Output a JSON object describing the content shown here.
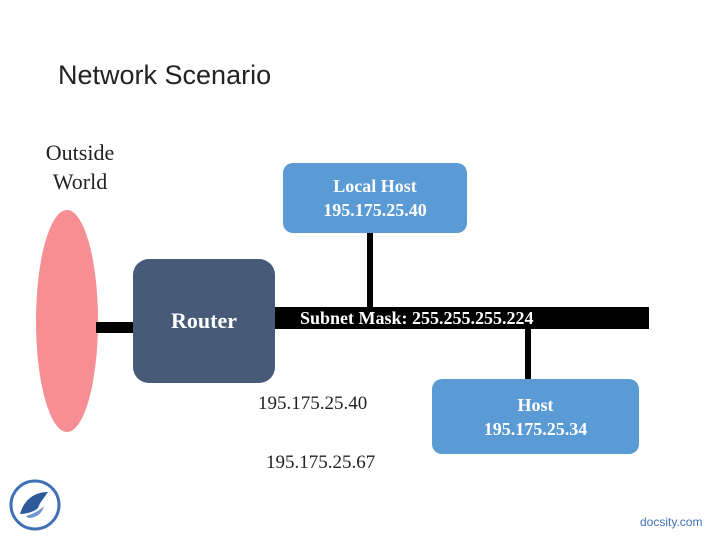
{
  "slide": {
    "title": "Network Scenario",
    "footer_url": "docsity.com"
  },
  "diagram": {
    "outside_world": {
      "label_line1": "Outside",
      "label_line2": "World"
    },
    "router": {
      "label": "Router"
    },
    "subnet": {
      "label": "Subnet Mask: 255.255.255.224"
    },
    "local_host": {
      "label": "Local Host",
      "address": "195.175.25.40"
    },
    "host": {
      "label": "Host",
      "address": "195.175.25.34"
    },
    "addresses": [
      "195.175.25.40",
      "195.175.25.67"
    ]
  },
  "colors": {
    "ellipse": "#f78e93",
    "router": "#475a78",
    "host_box": "#5b9bd5",
    "line": "#000000",
    "footer_url": "#3f6fb5"
  },
  "icons": {
    "logo": "docsity-logo-icon"
  }
}
